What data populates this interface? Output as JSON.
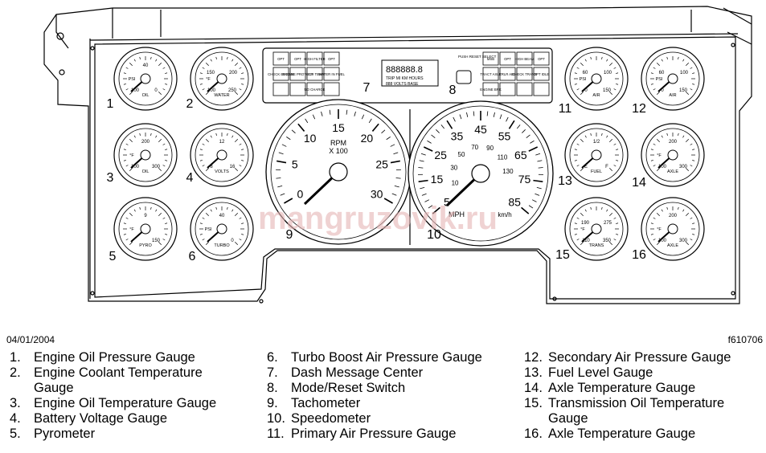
{
  "date": "04/01/2004",
  "figure_id": "f610706",
  "watermark": "mangruzovik.ru",
  "callouts": [
    "1",
    "2",
    "3",
    "4",
    "5",
    "6",
    "7",
    "8",
    "9",
    "10",
    "11",
    "12",
    "13",
    "14",
    "15",
    "16"
  ],
  "gauges": {
    "oil_pressure": {
      "label": "OIL",
      "unit": "PSI",
      "ticks": [
        "40",
        "100",
        "0"
      ]
    },
    "water_temp": {
      "label": "WATER",
      "unit": "°F",
      "ticks": [
        "150",
        "200",
        "100",
        "250"
      ]
    },
    "oil_temp": {
      "label": "OIL",
      "unit": "°F",
      "ticks": [
        "200",
        "100",
        "300"
      ]
    },
    "volts": {
      "label": "VOLTS",
      "unit": "",
      "ticks": [
        "12",
        "8",
        "16"
      ]
    },
    "pyro": {
      "label": "PYRO",
      "unit": "°F",
      "ticks": [
        "9",
        "150"
      ]
    },
    "turbo": {
      "label": "TURBO",
      "unit": "PSI",
      "ticks": [
        "40",
        "0"
      ]
    },
    "air_primary": {
      "label": "AIR",
      "unit": "PSI",
      "ticks": [
        "60",
        "100",
        "0",
        "150"
      ]
    },
    "air_secondary": {
      "label": "AIR",
      "unit": "PSI",
      "ticks": [
        "60",
        "100",
        "0",
        "150"
      ]
    },
    "fuel": {
      "label": "FUEL",
      "unit": "",
      "ticks": [
        "1/2",
        "E",
        "F"
      ]
    },
    "axle_1": {
      "label": "AXLE",
      "unit": "°F",
      "ticks": [
        "200",
        "100",
        "300"
      ]
    },
    "trans": {
      "label": "TRANS",
      "unit": "°F",
      "ticks": [
        "190",
        "275",
        "110",
        "350"
      ]
    },
    "axle_2": {
      "label": "AXLE",
      "unit": "°F",
      "ticks": [
        "200",
        "100",
        "300"
      ]
    }
  },
  "tachometer": {
    "title": "RPM",
    "subtitle": "X 100",
    "ticks": [
      "0",
      "5",
      "10",
      "15",
      "20",
      "25",
      "30"
    ]
  },
  "speedometer": {
    "unit_left": "MPH",
    "unit_right": "km/h",
    "mph_ticks": [
      "5",
      "15",
      "25",
      "35",
      "45",
      "55",
      "65",
      "75",
      "85"
    ],
    "kmh_ticks": [
      "10",
      "30",
      "50",
      "70",
      "90",
      "110",
      "130"
    ]
  },
  "message_center": {
    "display": "888888.8",
    "line1": "TRIP MI KM HOURS",
    "line2": "888 VOLTS BASE"
  },
  "mode_switch_label": "PUSH RESET SELECT",
  "left_switches": [
    "OPT",
    "OPT",
    "HIGH FILTER",
    "OPT",
    "CHECK ENGINE",
    "ENGINE PROTECT",
    "HIGH TEMP",
    "WATER IN FUEL",
    "",
    "",
    "NO CHARGE",
    ""
  ],
  "right_switches": [
    "MSB",
    "OPT",
    "HIGH BEAM",
    "OPT",
    "TRACT AXLE",
    "TRLR ABS",
    "CHECK TRANS",
    "OPT IDLE",
    "ENGINE BRK",
    "",
    "",
    ""
  ],
  "legend": [
    [
      {
        "n": "1.",
        "t": "Engine Oil Pressure Gauge"
      },
      {
        "n": "2.",
        "t": "Engine Coolant Temperature Gauge"
      },
      {
        "n": "3.",
        "t": "Engine Oil Temperature Gauge"
      },
      {
        "n": "4.",
        "t": "Battery Voltage Gauge"
      },
      {
        "n": "5.",
        "t": "Pyrometer"
      }
    ],
    [
      {
        "n": "6.",
        "t": "Turbo Boost Air Pressure Gauge"
      },
      {
        "n": "7.",
        "t": "Dash Message Center"
      },
      {
        "n": "8.",
        "t": "Mode/Reset Switch"
      },
      {
        "n": "9.",
        "t": "Tachometer"
      },
      {
        "n": "10.",
        "t": "Speedometer"
      },
      {
        "n": "11.",
        "t": "Primary Air Pressure Gauge"
      }
    ],
    [
      {
        "n": "12.",
        "t": "Secondary Air Pressure Gauge"
      },
      {
        "n": "13.",
        "t": "Fuel Level Gauge"
      },
      {
        "n": "14.",
        "t": "Axle Temperature Gauge"
      },
      {
        "n": "15.",
        "t": "Transmission Oil Temperature Gauge"
      },
      {
        "n": "16.",
        "t": "Axle Temperature Gauge"
      }
    ]
  ]
}
